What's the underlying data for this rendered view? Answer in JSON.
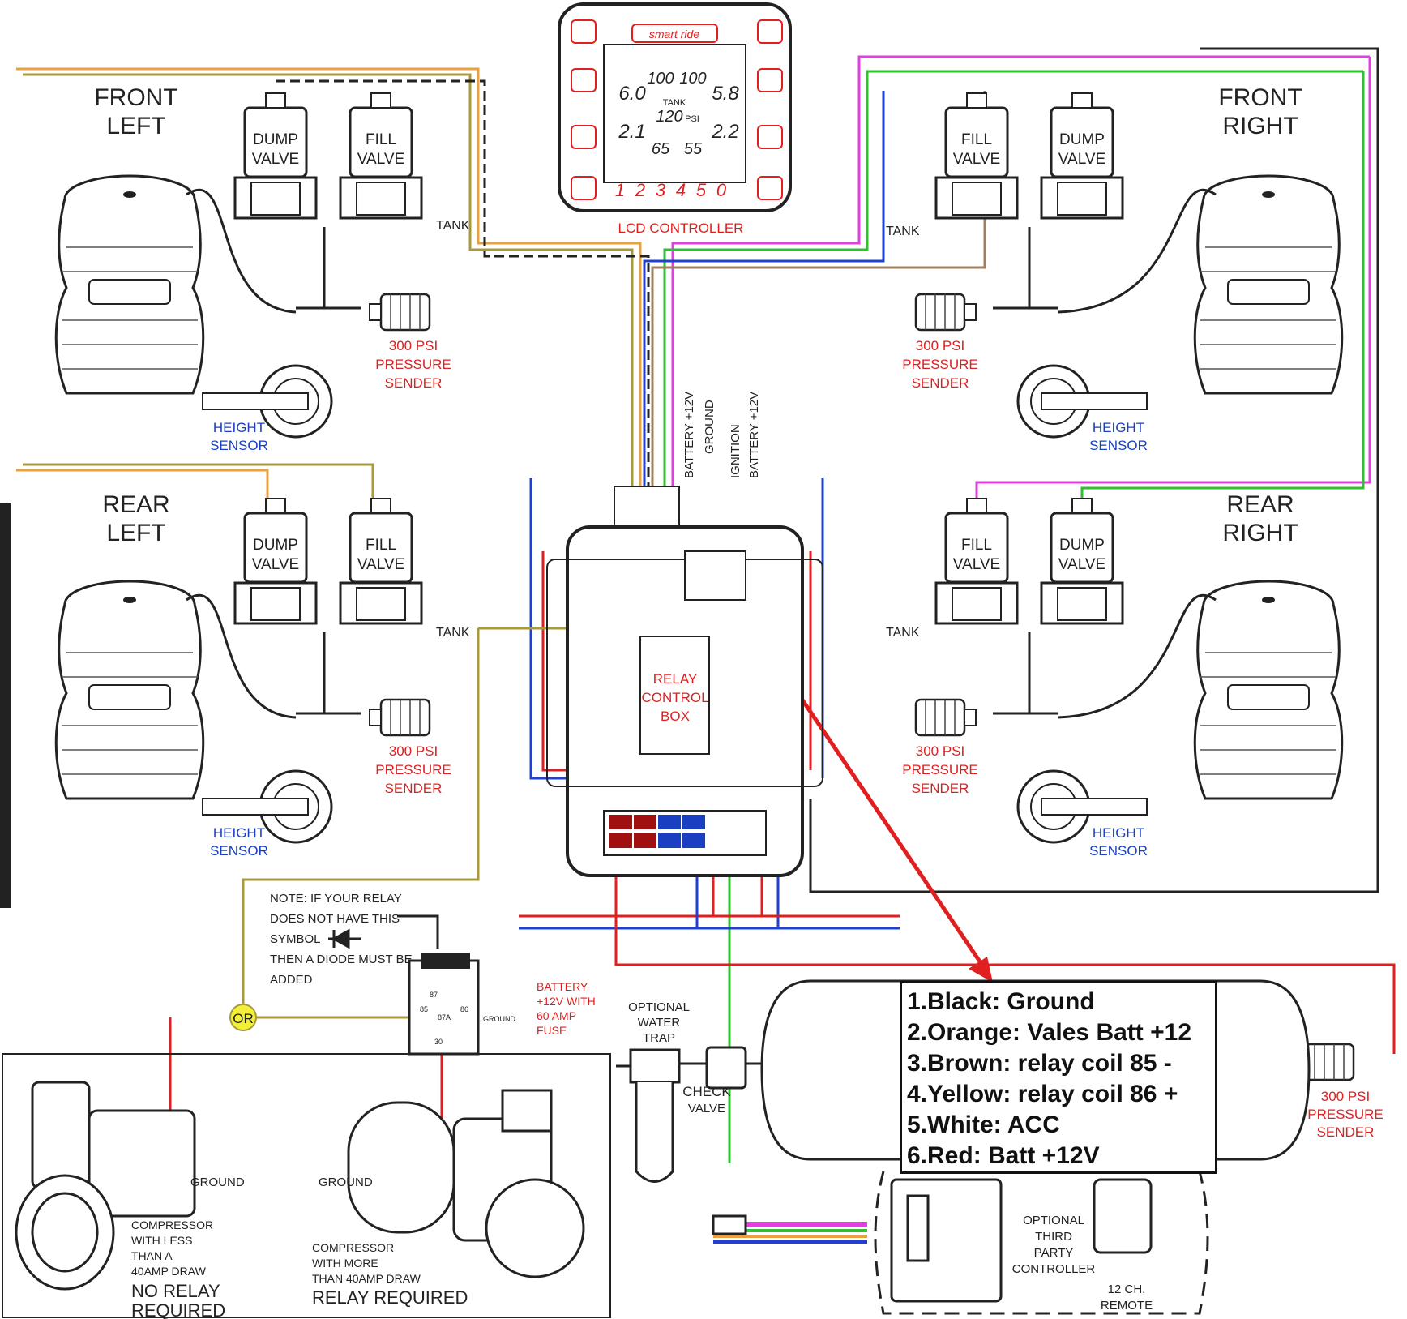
{
  "corners": {
    "front_left": [
      "FRONT",
      "LEFT"
    ],
    "front_right": [
      "FRONT",
      "RIGHT"
    ],
    "rear_left": [
      "REAR",
      "LEFT"
    ],
    "rear_right": [
      "REAR",
      "RIGHT"
    ]
  },
  "valves": {
    "dump": [
      "DUMP",
      "VALVE"
    ],
    "fill": [
      "FILL",
      "VALVE"
    ],
    "tank": "TANK"
  },
  "sender": [
    "300 PSI",
    "PRESSURE",
    "SENDER"
  ],
  "height_sensor": [
    "HEIGHT",
    "SENSOR"
  ],
  "controller": {
    "label": "LCD CONTROLLER",
    "brand": "smart ride",
    "top_left_psi": "100",
    "top_right_psi": "100",
    "left_height": "6.0",
    "right_height": "5.8",
    "tank_psi": "120",
    "tank_label": "TANK",
    "psi_unit": "PSI",
    "rear_left_height": "2.1",
    "rear_right_height": "2.2",
    "rear_left_psi": "65",
    "rear_right_psi": "55",
    "presets": [
      "1",
      "2",
      "3",
      "4",
      "5",
      "0"
    ]
  },
  "relay_box": [
    "RELAY",
    "CONTROL",
    "BOX"
  ],
  "wire_labels": [
    "BATTERY +12V",
    "GROUND",
    "IGNITION",
    "BATTERY +12V"
  ],
  "note": [
    "NOTE: IF YOUR RELAY",
    "DOES NOT HAVE THIS",
    "SYMBOL",
    "THEN A DIODE MUST BE",
    "ADDED"
  ],
  "battery_fuse": [
    "BATTERY",
    "+12V WITH",
    "60 AMP",
    "FUSE"
  ],
  "relay_pins": [
    "87",
    "85",
    "87A",
    "86",
    "30",
    "GROUND"
  ],
  "or_label": "OR",
  "water_trap": [
    "OPTIONAL",
    "WATER",
    "TRAP"
  ],
  "check_valve": [
    "CHECK",
    "VALVE"
  ],
  "ground": "GROUND",
  "compressor_small": [
    "COMPRESSOR",
    "WITH LESS",
    "THAN A",
    "40AMP DRAW"
  ],
  "no_relay": [
    "NO RELAY",
    "REQUIRED"
  ],
  "compressor_large": [
    "COMPRESSOR",
    "WITH MORE",
    "THAN 40AMP DRAW"
  ],
  "relay_required": "RELAY REQUIRED",
  "third_party": [
    "OPTIONAL",
    "THIRD",
    "PARTY",
    "CONTROLLER"
  ],
  "remote": [
    "12 CH.",
    "REMOTE"
  ],
  "legend": [
    "1.Black: Ground",
    "2.Orange: Vales Batt +12",
    "3.Brown: relay coil 85 -",
    "4.Yellow: relay coil 86 +",
    "5.White: ACC",
    "6.Red: Batt +12V"
  ],
  "colors": {
    "orange": "#e8a040",
    "olive": "#a89a3a",
    "magenta": "#e040e0",
    "green": "#30c030",
    "blue": "#2040d0",
    "red": "#e02020",
    "black": "#111111"
  }
}
